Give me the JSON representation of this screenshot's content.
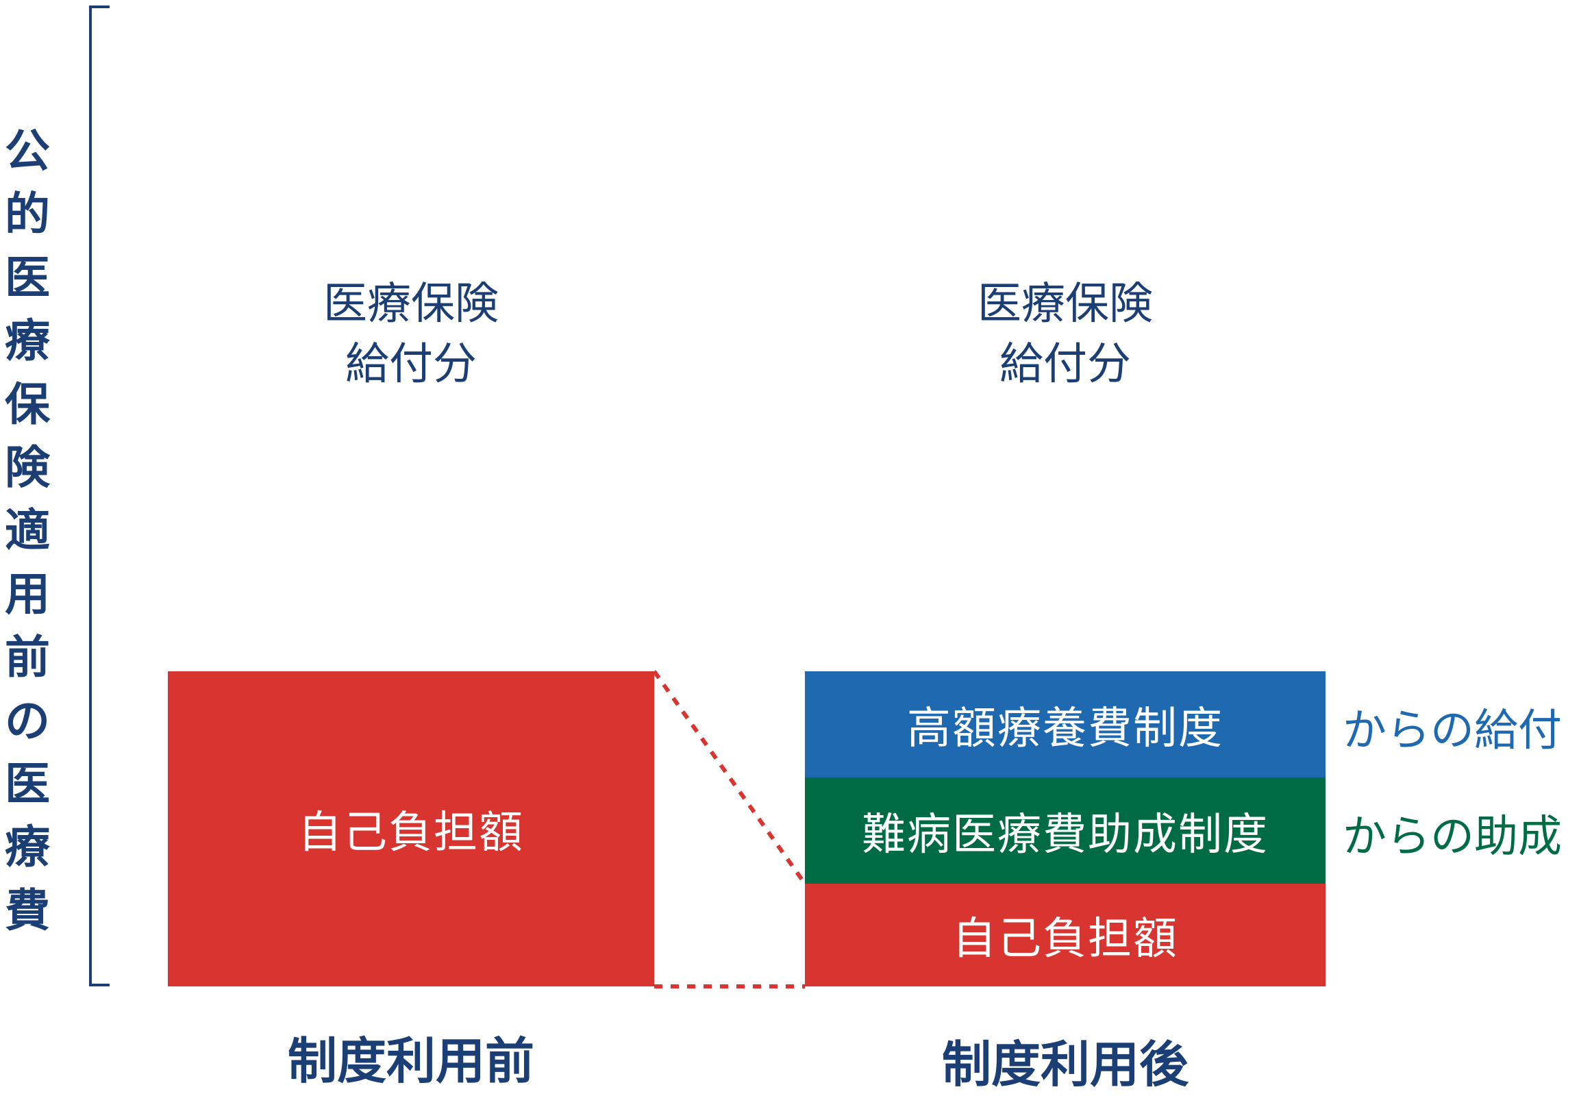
{
  "y_axis_label": "公的医療保険適用前の医療費",
  "colors": {
    "navy": "#1b3f75",
    "red": "#d93530",
    "blue": "#1f69b1",
    "green": "#006c45",
    "dotted": "#d93530"
  },
  "before": {
    "upper_label_line1": "医療保険",
    "upper_label_line2": "給付分",
    "self_pay_label": "自己負担額",
    "category_label": "制度利用前"
  },
  "after": {
    "upper_label_line1": "医療保険",
    "upper_label_line2": "給付分",
    "high_cost_label": "高額療養費制度",
    "intractable_label": "難病医療費助成制度",
    "self_pay_label": "自己負担額",
    "category_label": "制度利用後",
    "high_cost_note": "からの給付",
    "intractable_note": "からの助成"
  }
}
